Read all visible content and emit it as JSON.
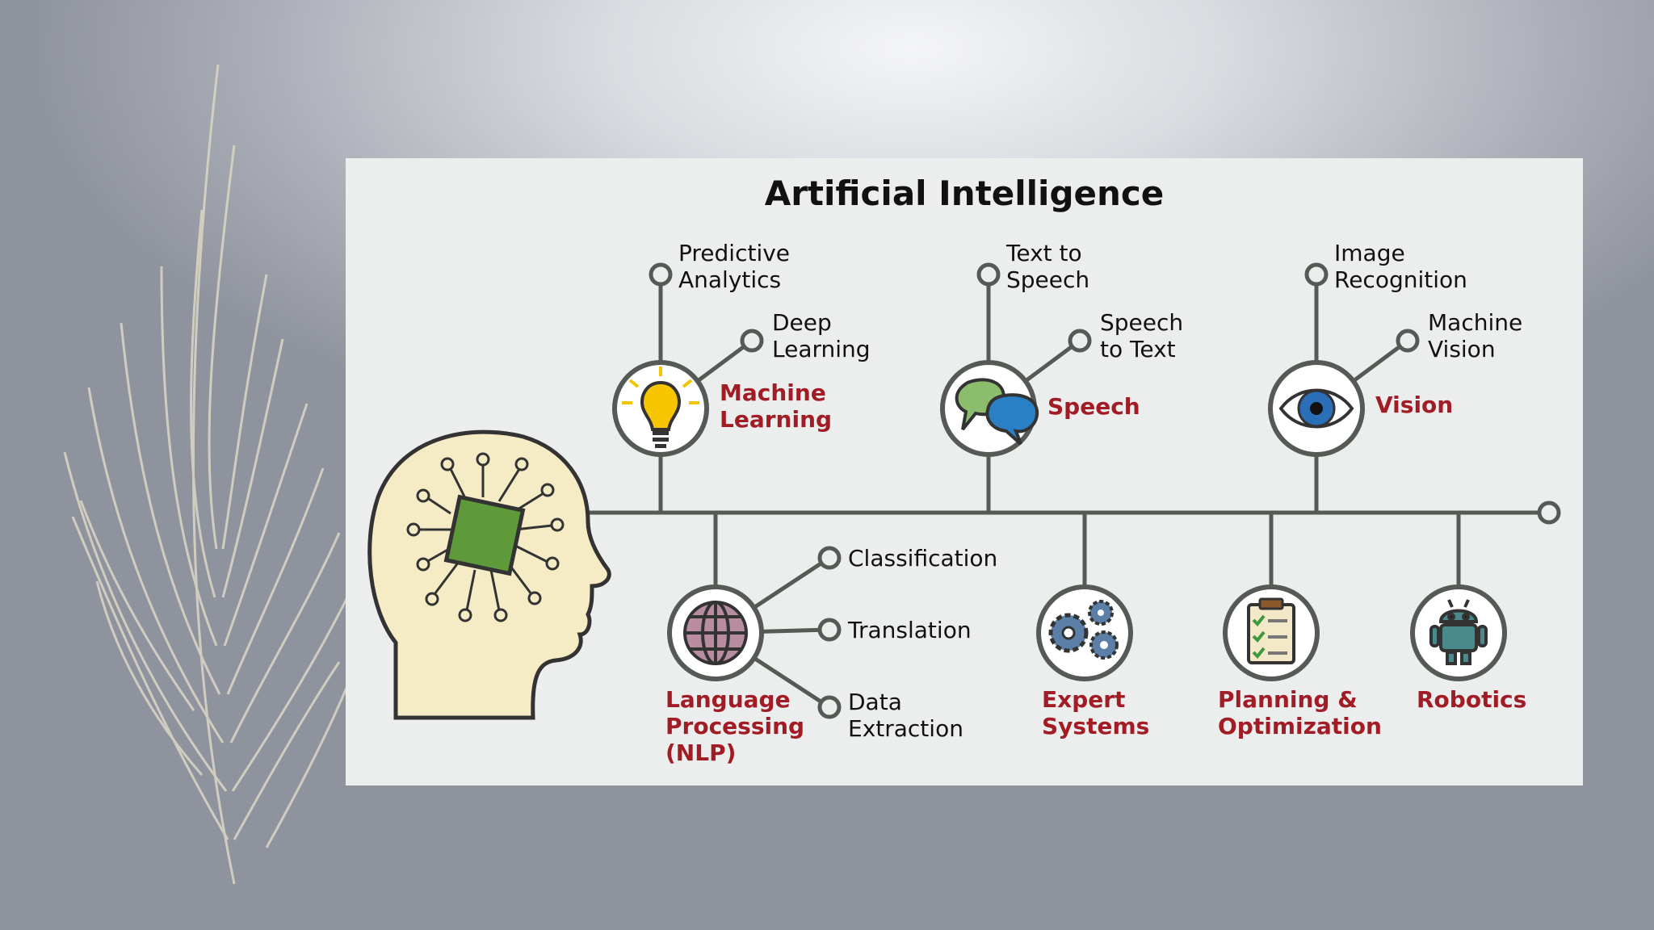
{
  "title": "Artificial Intelligence",
  "categories": {
    "machine_learning": {
      "label": [
        "Machine",
        "Learning"
      ],
      "items": [
        [
          "Predictive",
          "Analytics"
        ],
        [
          "Deep",
          "Learning"
        ]
      ]
    },
    "speech": {
      "label": [
        "Speech"
      ],
      "items": [
        [
          "Text to",
          "Speech"
        ],
        [
          "Speech",
          "to Text"
        ]
      ]
    },
    "vision": {
      "label": [
        "Vision"
      ],
      "items": [
        [
          "Image",
          "Recognition"
        ],
        [
          "Machine",
          "Vision"
        ]
      ]
    },
    "nlp": {
      "label": [
        "Language",
        "Processing",
        "(NLP)"
      ],
      "items": [
        [
          "Classification"
        ],
        [
          "Translation"
        ],
        [
          "Data",
          "Extraction"
        ]
      ]
    },
    "expert": {
      "label": [
        "Expert",
        "Systems"
      ]
    },
    "planning": {
      "label": [
        "Planning &",
        "Optimization"
      ]
    },
    "robotics": {
      "label": [
        "Robotics"
      ]
    }
  },
  "colors": {
    "category_text": "#a11c25",
    "line": "#555a55",
    "panel": "#eceded",
    "head_fill": "#f5ecc6",
    "chip": "#5e9a3a"
  },
  "icons": [
    "lightbulb-icon",
    "speech-bubbles-icon",
    "eye-icon",
    "globe-icon",
    "gears-icon",
    "clipboard-checklist-icon",
    "robot-icon",
    "head-chip-icon"
  ]
}
